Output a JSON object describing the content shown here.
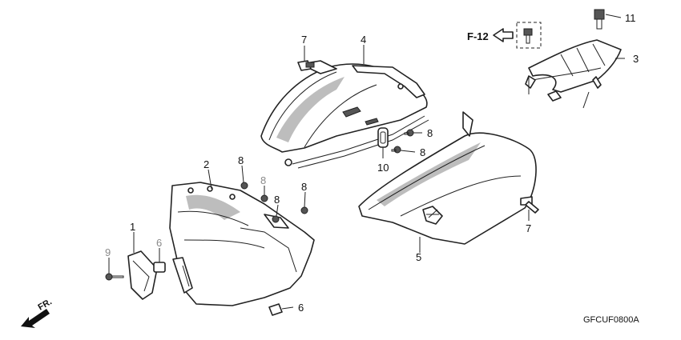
{
  "callouts": {
    "c1": "1",
    "c2": "2",
    "c3": "3",
    "c4": "4",
    "c5": "5",
    "c6a": "6",
    "c6b": "6",
    "c7a": "7",
    "c7b": "7",
    "c8a": "8",
    "c8b": "8",
    "c8c": "8",
    "c8d": "8",
    "c8e": "8",
    "c8f": "8",
    "c9": "9",
    "c10": "10",
    "c11": "11"
  },
  "reference": "F-12",
  "direction": "FR.",
  "diagram_code": "GFCUF0800A",
  "colors": {
    "line": "#222222",
    "faded_callout": "#8a8a8a"
  }
}
